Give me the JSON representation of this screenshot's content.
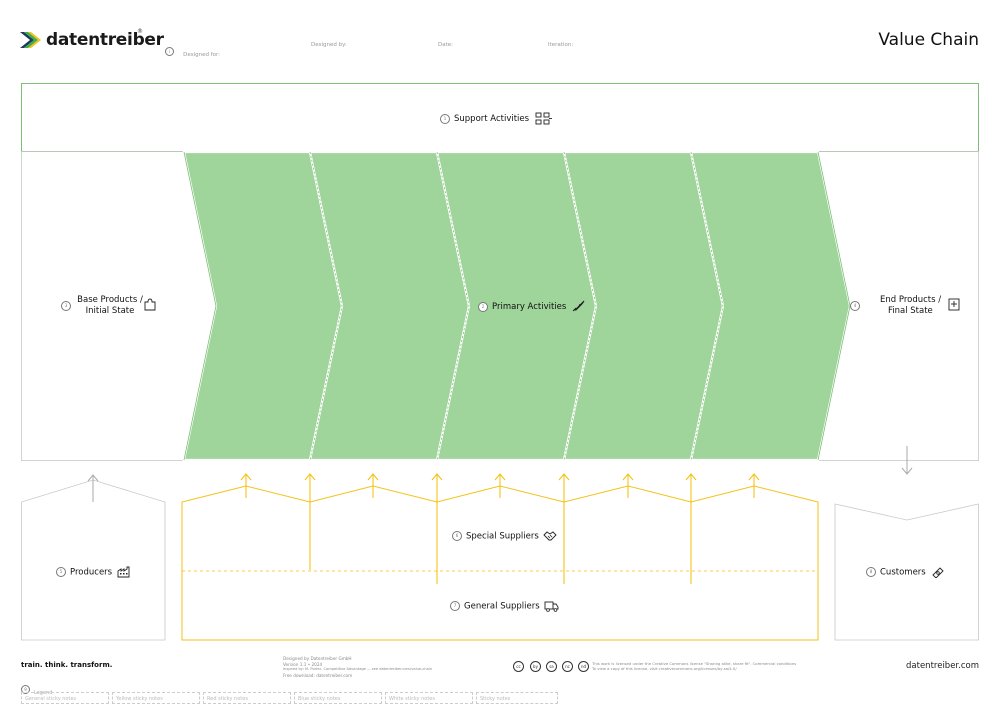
{
  "header": {
    "brand": "datentreiber",
    "brand_mark": "®",
    "fields": [
      {
        "label": "Designed for:"
      },
      {
        "label": "Designed by:"
      },
      {
        "label": "Date:"
      },
      {
        "label": "Iteration:"
      }
    ],
    "title": "Value Chain"
  },
  "canvas": {
    "support": {
      "label": "Support Activities",
      "num": "1"
    },
    "primary": {
      "label": "Primary Activities",
      "num": "2"
    },
    "base": {
      "line1": "Base Products /",
      "line2": "Initial State",
      "num": "3"
    },
    "end": {
      "line1": "End Products /",
      "line2": "Final State",
      "num": "4"
    },
    "producers": {
      "label": "Producers",
      "num": "5"
    },
    "special": {
      "label": "Special Suppliers",
      "num": "6"
    },
    "general": {
      "label": "General Suppliers",
      "num": "7"
    },
    "customers": {
      "label": "Customers",
      "num": "8"
    }
  },
  "footer": {
    "tagline": "train. think. transform.",
    "credits": [
      "Designed by Datentreiber GmbH",
      "Version 1.1 • 2024",
      "Inspired by: M. Porter, Competitive Advantage — see datentreiber.com/value-chain",
      "Free download: datentreiber.com"
    ],
    "license": [
      "This work is licensed under the Creative Commons license \"Sharing alike, share fit\". Commercial conditions",
      "To view a copy of this license, visit creativecommons.org/licenses/by-sa/4.0/"
    ],
    "cc_icons": [
      "cc",
      "by",
      "sa",
      "nc",
      "nd"
    ],
    "site": "datentreiber.com",
    "legend_num": "9",
    "legend_title": "Legend",
    "legend_items": [
      "General sticky notes",
      "Yellow sticky notes",
      "Red sticky notes",
      "Blue sticky notes",
      "White sticky notes",
      "Sticky notes"
    ]
  },
  "colors": {
    "green": "#9fd49a",
    "green_border": "#7dbf77",
    "yellow": "#f5c218",
    "gray": "#c9c9c9"
  }
}
